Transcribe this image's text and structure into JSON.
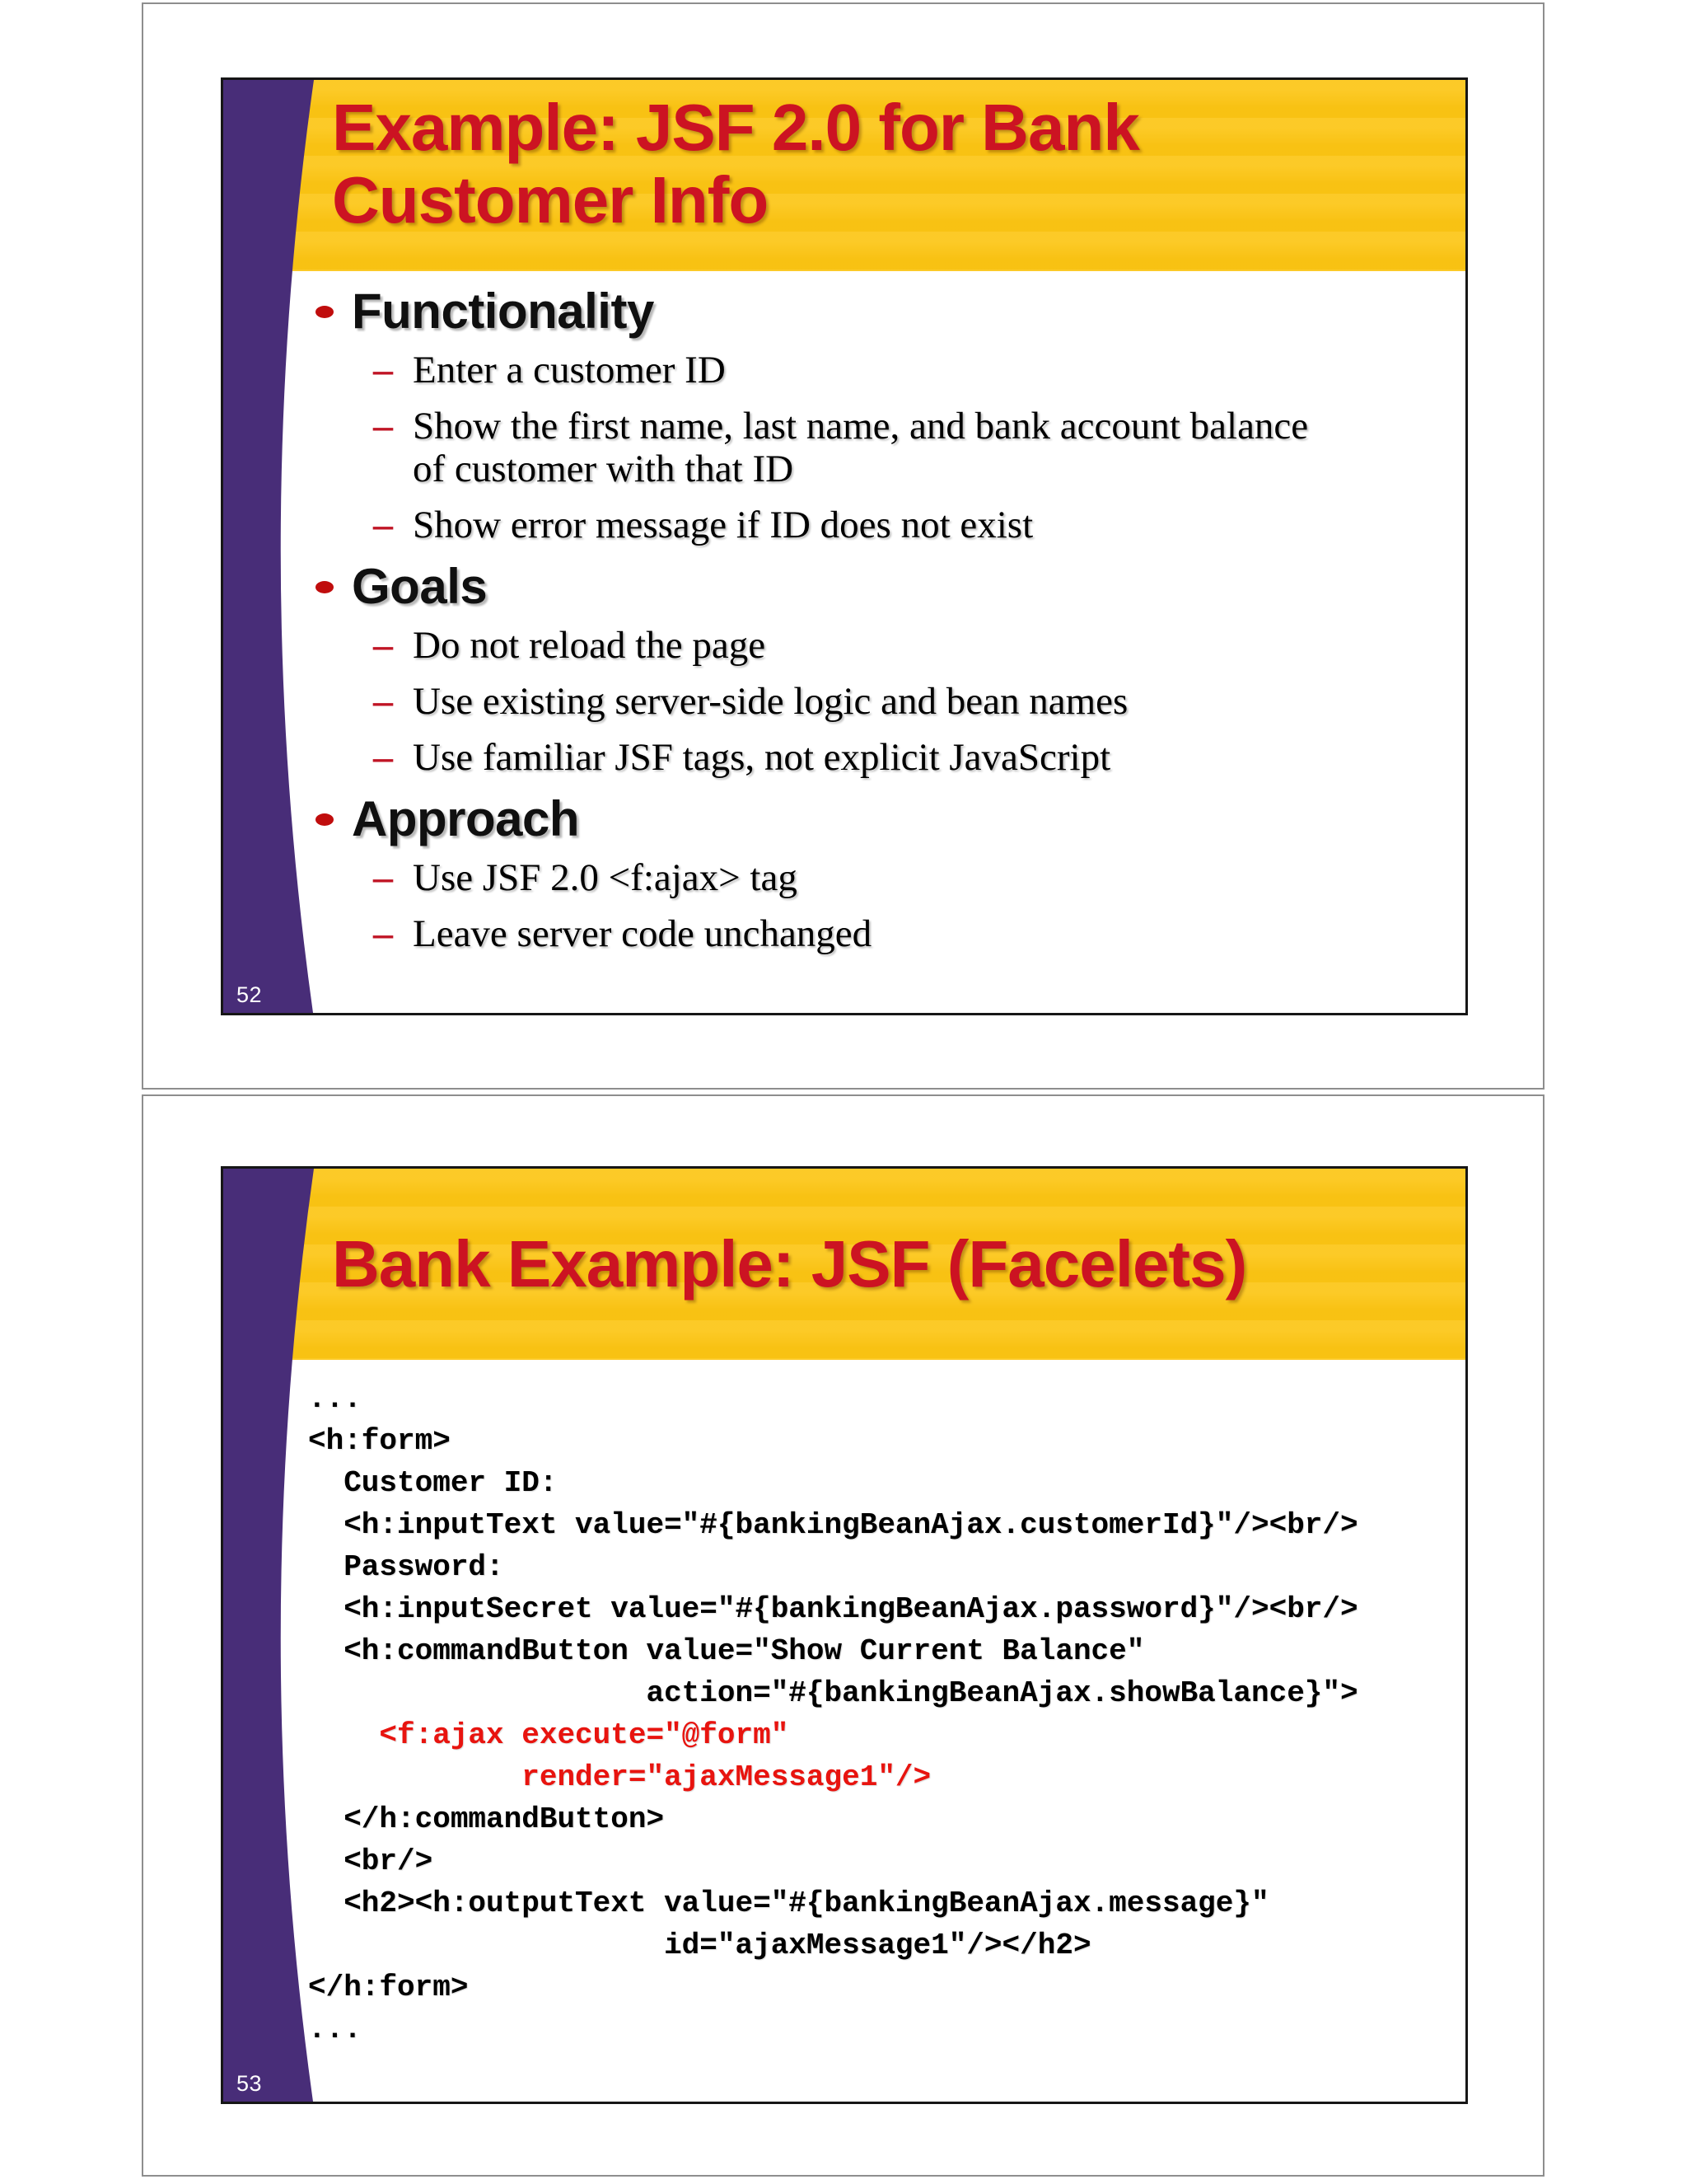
{
  "theme": {
    "colors": {
      "purple": "#482d78",
      "yellow": "#fcc514",
      "title-red": "#cc1322",
      "code-red": "#e8140f",
      "bullet-red": "#c00d0d",
      "dash-red": "#c01525",
      "slide-border": "#161616",
      "page-border": "#8e8e8e"
    },
    "markers": {
      "dash": "–"
    }
  },
  "slide52": {
    "number": "52",
    "title": "Example: JSF 2.0 for Bank\nCustomer Info",
    "bullets": [
      {
        "label": "Functionality",
        "subs": [
          "Enter a customer ID",
          "Show the first name, last name, and bank account balance\nof customer with that ID",
          "Show error message if ID does not exist"
        ]
      },
      {
        "label": "Goals",
        "subs": [
          "Do not reload the page",
          "Use existing server-side logic and bean names",
          "Use familiar JSF tags, not explicit JavaScript"
        ]
      },
      {
        "label": "Approach",
        "subs": [
          "Use JSF 2.0 <f:ajax> tag",
          "Leave server code unchanged"
        ]
      }
    ]
  },
  "slide53": {
    "number": "53",
    "title": "Bank Example: JSF (Facelets)",
    "code_lines": [
      {
        "text": "...",
        "red": false
      },
      {
        "text": "<h:form>",
        "red": false
      },
      {
        "text": "  Customer ID:",
        "red": false
      },
      {
        "text": "  <h:inputText value=\"#{bankingBeanAjax.customerId}\"/><br/>",
        "red": false
      },
      {
        "text": "  Password:",
        "red": false
      },
      {
        "text": "  <h:inputSecret value=\"#{bankingBeanAjax.password}\"/><br/>",
        "red": false
      },
      {
        "text": "  <h:commandButton value=\"Show Current Balance\"",
        "red": false
      },
      {
        "text": "                   action=\"#{bankingBeanAjax.showBalance}\">",
        "red": false
      },
      {
        "text": "    <f:ajax execute=\"@form\"",
        "red": true
      },
      {
        "text": "            render=\"ajaxMessage1\"/>",
        "red": true
      },
      {
        "text": "  </h:commandButton>",
        "red": false
      },
      {
        "text": "  <br/>",
        "red": false
      },
      {
        "text": "  <h2><h:outputText value=\"#{bankingBeanAjax.message}\"",
        "red": false
      },
      {
        "text": "                    id=\"ajaxMessage1\"/></h2>",
        "red": false
      },
      {
        "text": "</h:form>",
        "red": false
      },
      {
        "text": "...",
        "red": false
      }
    ]
  }
}
